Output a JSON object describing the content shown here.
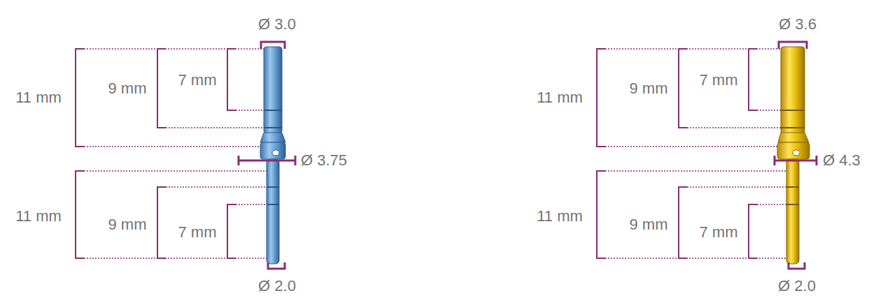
{
  "diagram": {
    "labels": [
      "Ø 3.0",
      "11 mm",
      "9 mm",
      "7 mm",
      "Ø 3.75",
      "11 mm",
      "9 mm",
      "7 mm",
      "Ø 2.0",
      "Ø 3.6",
      "11 mm",
      "9 mm",
      "7 mm",
      "Ø 4.3",
      "11 mm",
      "9 mm",
      "7 mm",
      "Ø 2.0"
    ]
  }
}
